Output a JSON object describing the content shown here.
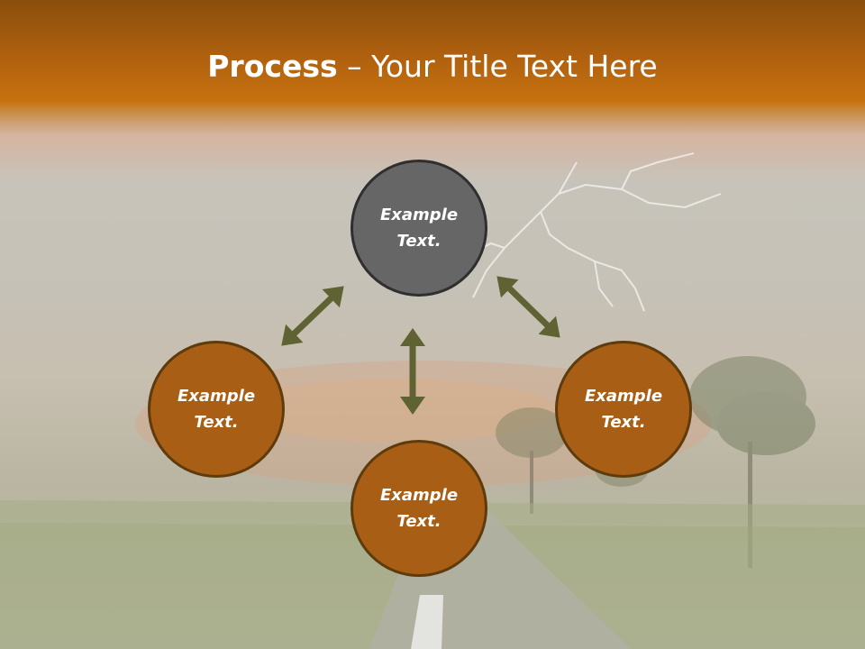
{
  "title": {
    "bold": "Process",
    "rest": " – Your Title Text Here"
  },
  "nodes": {
    "top": "Example Text.",
    "left": "Example Text.",
    "right": "Example Text.",
    "bottom": "Example Text."
  },
  "colors": {
    "header": "#b2620f",
    "node_top": "#666666",
    "node_orange": "#a85e14",
    "arrow": "#5f6233"
  }
}
